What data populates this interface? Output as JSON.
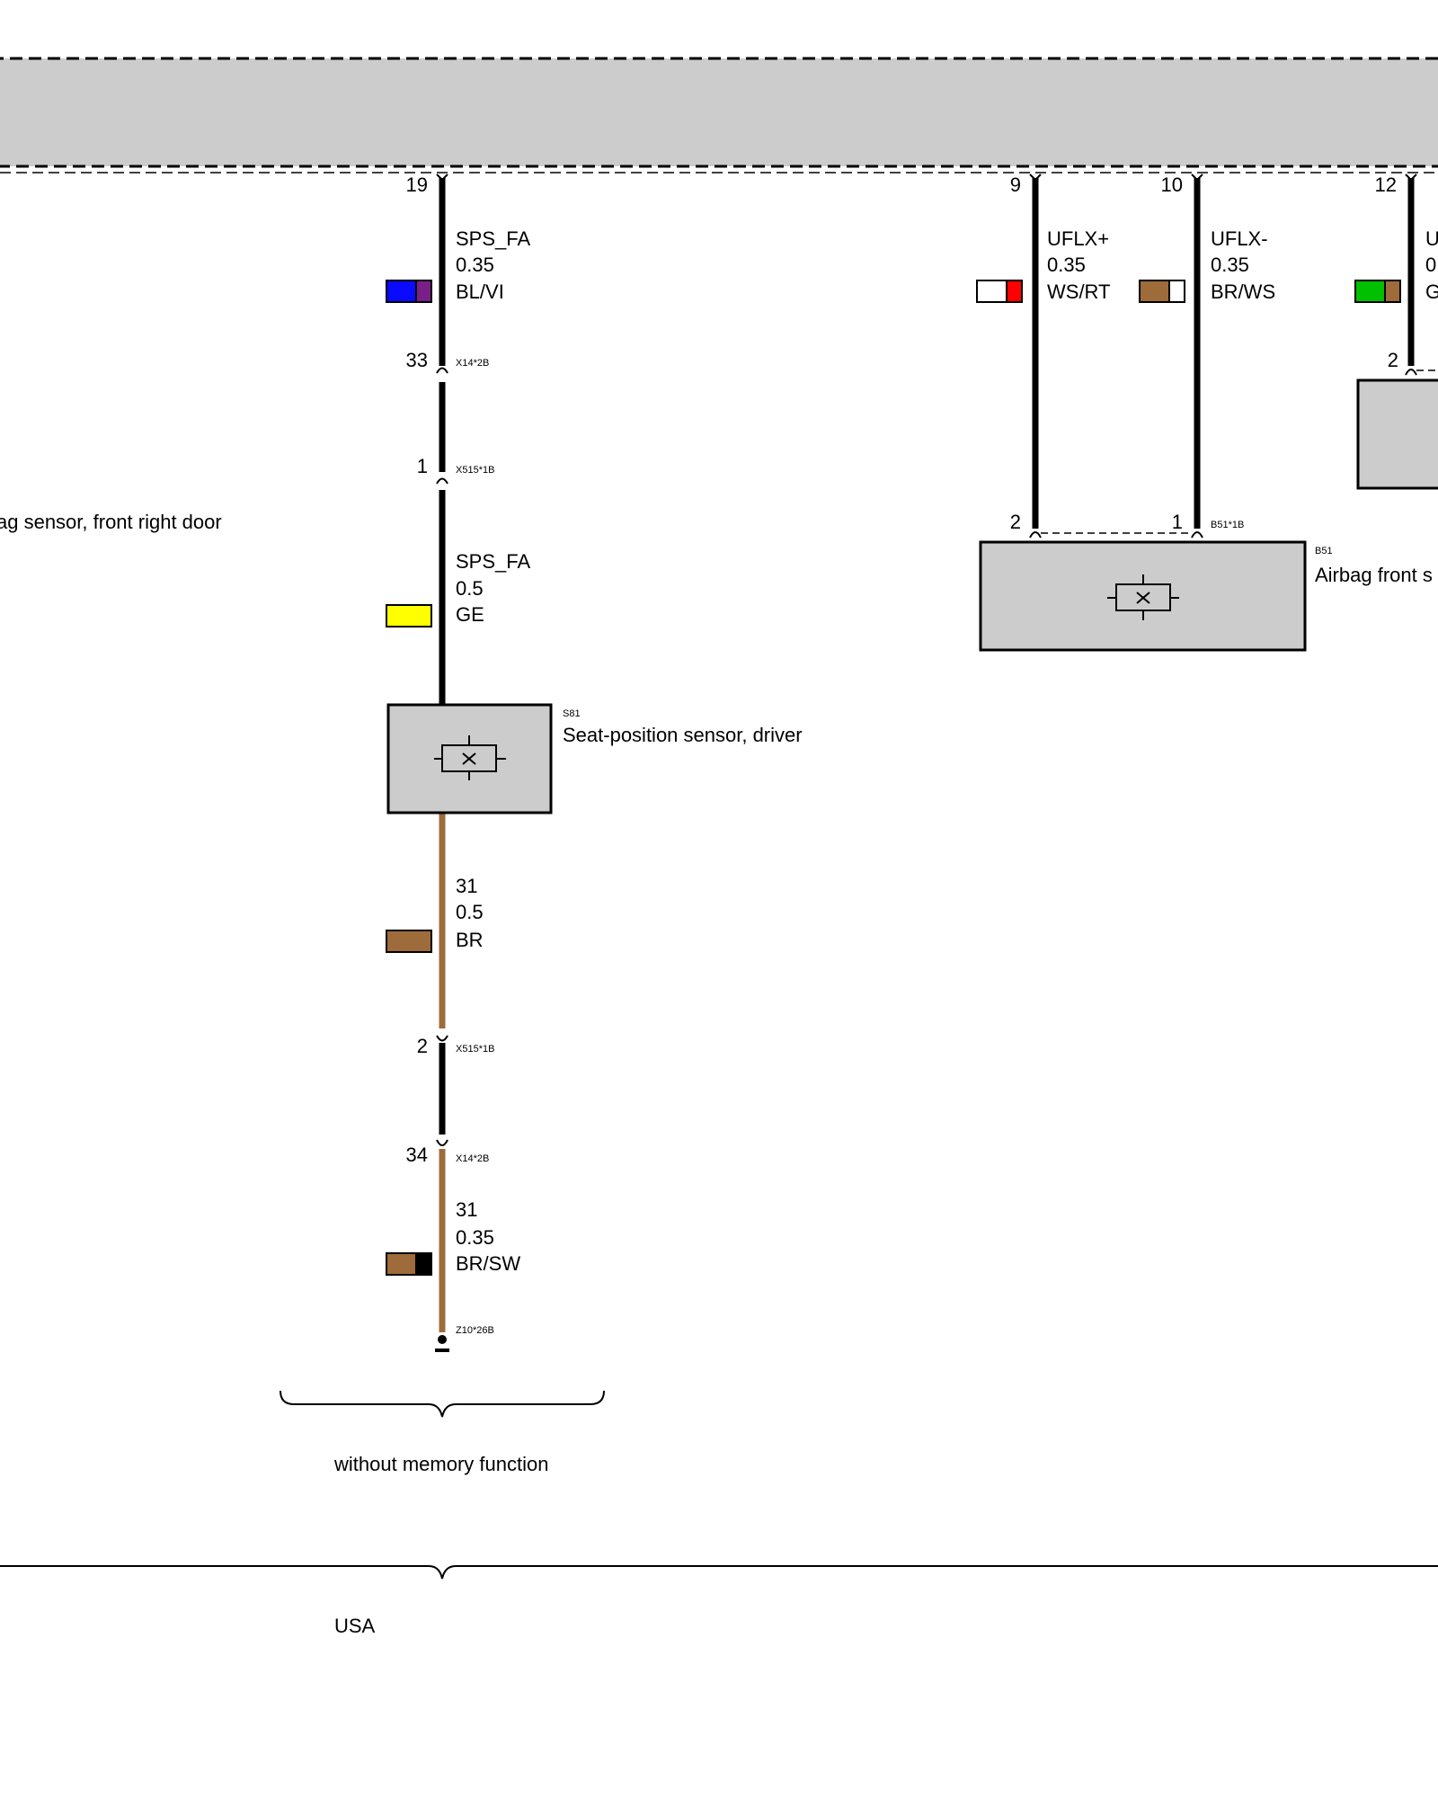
{
  "colors": {
    "module_fill": "#cccccc",
    "wire_black": "#000000",
    "wire_brown": "#9e6b3a",
    "BL": "#0a0aff",
    "VI": "#7a1f8a",
    "GE": "#ffff00",
    "BR": "#9e6b3a",
    "SW": "#000000",
    "WS": "#ffffff",
    "RT": "#ff0000",
    "GN": "#00c000"
  },
  "left_partial_label": "ag sensor, front right door",
  "wires": [
    {
      "pin": "19",
      "name": "SPS_FA",
      "gauge": "0.35",
      "color_code": "BL/VI",
      "swatch": [
        "BL",
        "VI"
      ]
    },
    {
      "pin": "9",
      "name": "UFLX+",
      "gauge": "0.35",
      "color_code": "WS/RT",
      "swatch": [
        "WS",
        "RT"
      ]
    },
    {
      "pin": "10",
      "name": "UFLX-",
      "gauge": "0.35",
      "color_code": "BR/WS",
      "swatch": [
        "BR",
        "WS"
      ]
    },
    {
      "pin": "12",
      "name": "U",
      "gauge": "0",
      "color_code": "G",
      "swatch": [
        "GN",
        "BR"
      ]
    },
    {
      "name": "SPS_FA",
      "gauge": "0.5",
      "color_code": "GE",
      "swatch": [
        "GE"
      ]
    },
    {
      "name": "31",
      "gauge": "0.5",
      "color_code": "BR",
      "swatch": [
        "BR"
      ]
    },
    {
      "name": "31",
      "gauge": "0.35",
      "color_code": "BR/SW",
      "swatch": [
        "BR",
        "SW"
      ]
    }
  ],
  "connectors": {
    "x14_top": {
      "pin": "33",
      "label": "X14*2B"
    },
    "x515_top": {
      "pin": "1",
      "label": "X515*1B"
    },
    "x515_bottom": {
      "pin": "2",
      "label": "X515*1B"
    },
    "x14_bottom": {
      "pin": "34",
      "label": "X14*2B"
    },
    "ground": {
      "label": "Z10*26B"
    },
    "b51_pin_left": "2",
    "b51_pin_right": "1",
    "b51_label": "B51*1B",
    "right_pin": "2"
  },
  "components": {
    "s81": {
      "code": "S81",
      "name": "Seat-position sensor, driver"
    },
    "b51": {
      "code": "B51",
      "name": "Airbag front s"
    }
  },
  "annotations": {
    "memory": "without memory function",
    "region": "USA"
  }
}
